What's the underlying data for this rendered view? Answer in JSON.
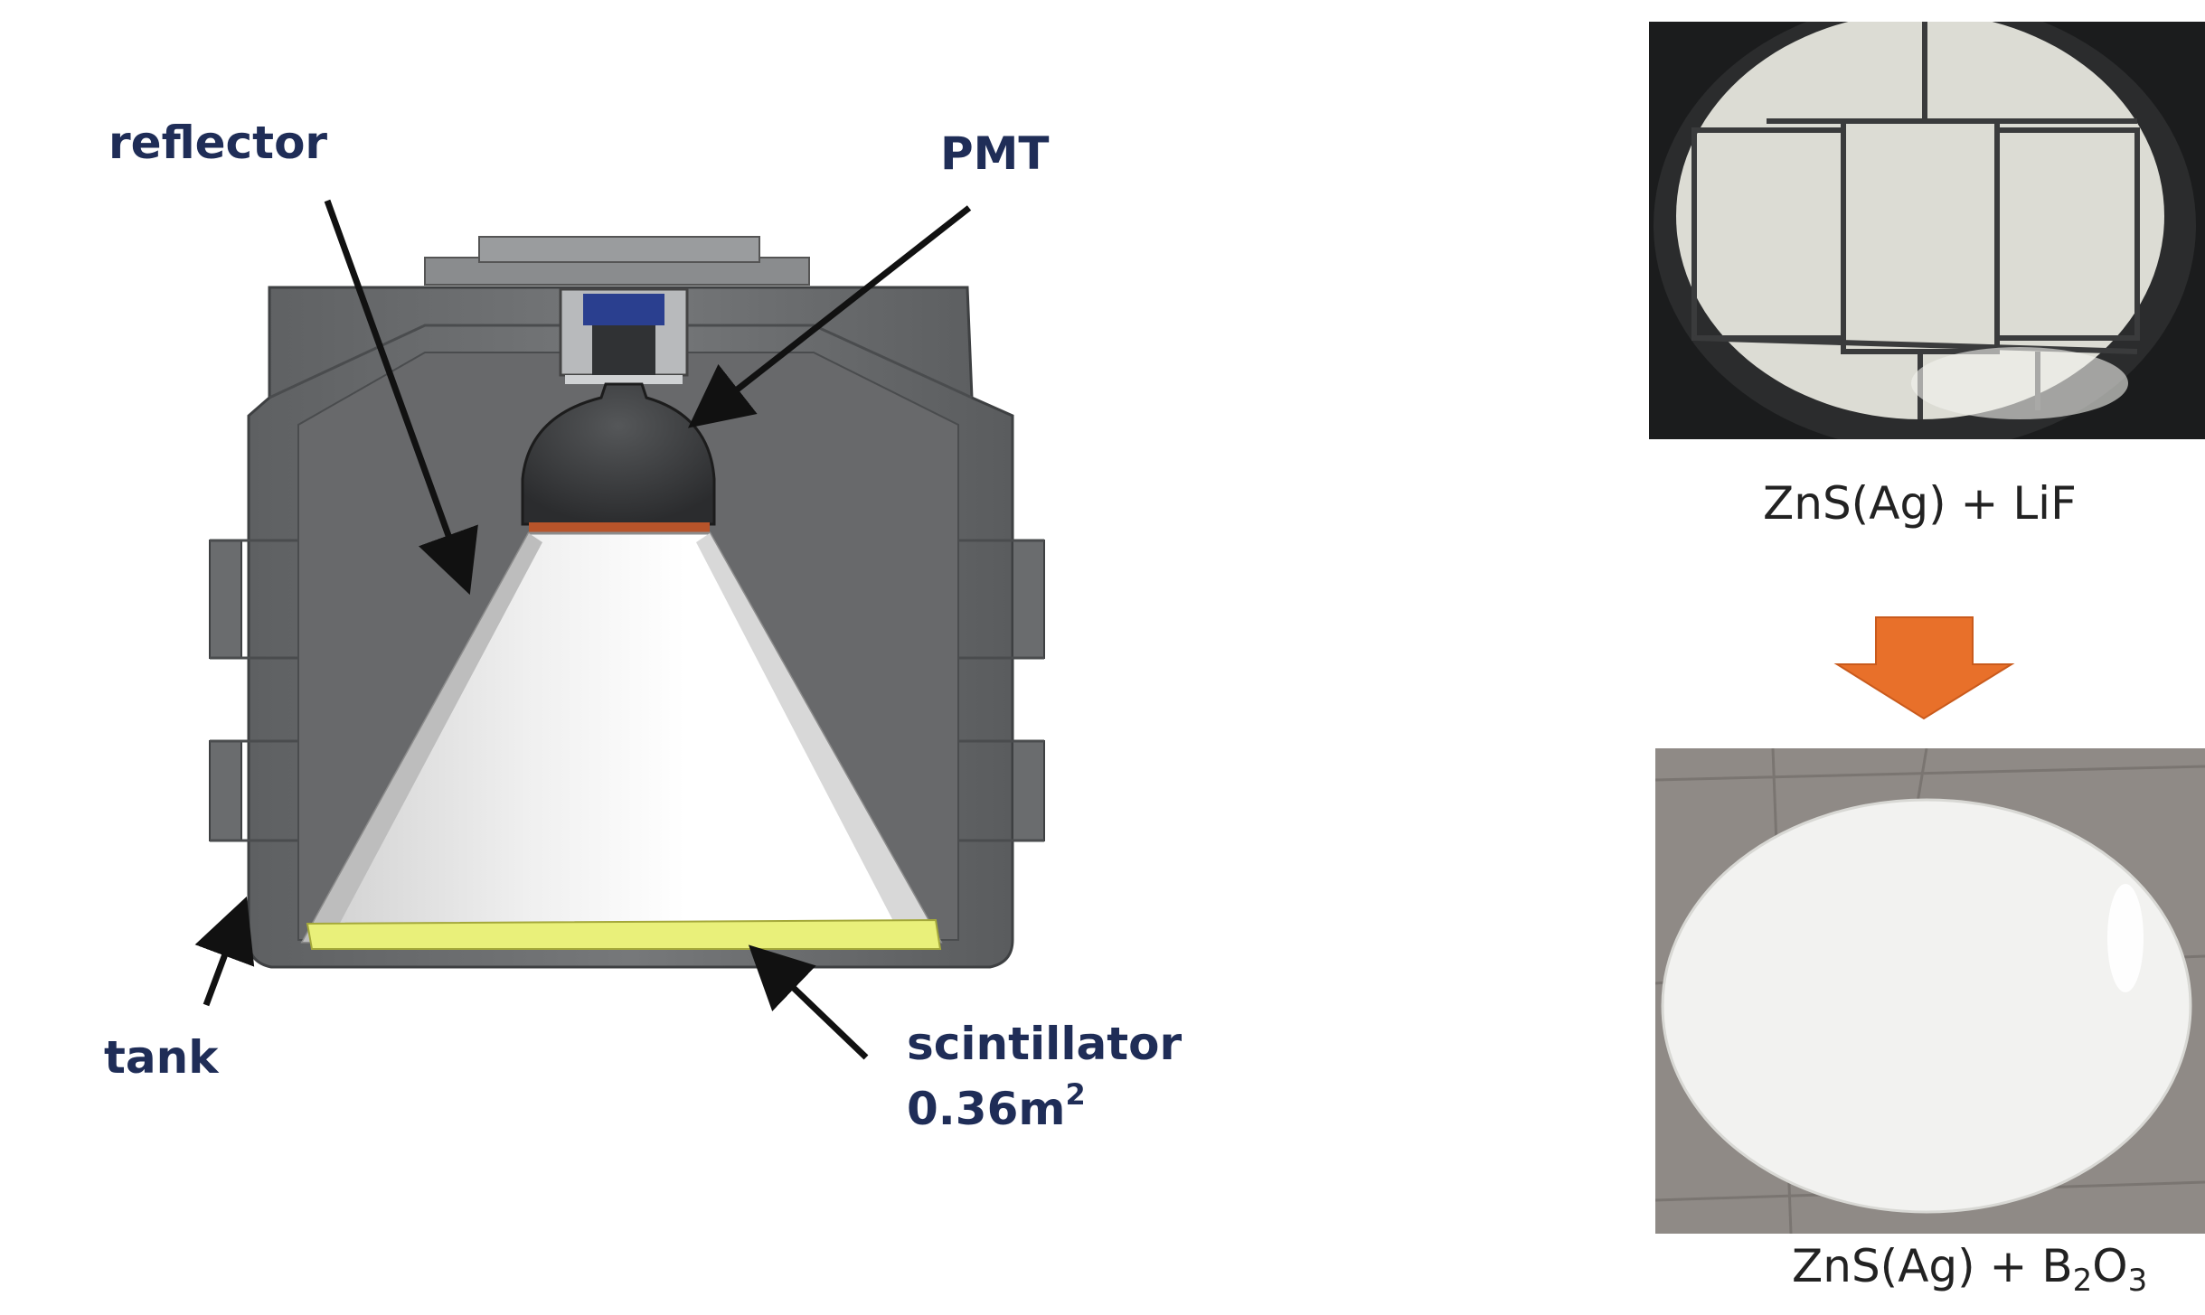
{
  "diagram": {
    "labels": {
      "reflector": "reflector",
      "pmt": "PMT",
      "tank": "tank",
      "scintillator": "scintillator",
      "area_value": "0.36m",
      "area_exponent": "2"
    }
  },
  "photos": {
    "top_caption": "ZnS(Ag) + LiF",
    "bottom_caption_prefix": "ZnS(Ag) + B",
    "bottom_caption_sub1": "2",
    "bottom_caption_mid": "O",
    "bottom_caption_sub2": "3"
  },
  "colors": {
    "label_text": "#1f2d57",
    "arrow_orange": "#e8702a",
    "scintillator": "#e9f07a",
    "tank_gray": "#707274"
  }
}
